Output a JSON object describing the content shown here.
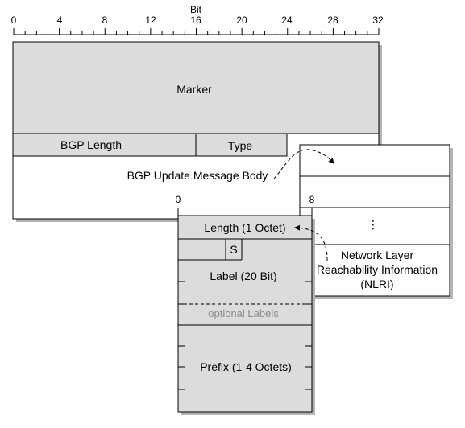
{
  "ruler": {
    "title": "Bit",
    "ticks": [
      "0",
      "4",
      "8",
      "12",
      "16",
      "20",
      "24",
      "28",
      "32"
    ]
  },
  "header": {
    "marker": "Marker",
    "bgp_length": "BGP Length",
    "type": "Type",
    "update_body": "BGP Update Message Body"
  },
  "nlri_box": {
    "offset_start": "0",
    "offset_end": "8",
    "ellipsis": "⋮",
    "label_line1": "Network Layer",
    "label_line2": "Reachability Information",
    "label_line3": "(NLRI)"
  },
  "nlri_detail": {
    "length": "Length (1 Octet)",
    "s_bit": "S",
    "label": "Label (20 Bit)",
    "optional_labels": "optional Labels",
    "prefix": "Prefix (1-4 Octets)"
  },
  "colors": {
    "gray_fill": "#dcdcdc",
    "white_fill": "#ffffff",
    "shadow": "#b4b4b4",
    "faded_text": "#8a8a8a"
  }
}
